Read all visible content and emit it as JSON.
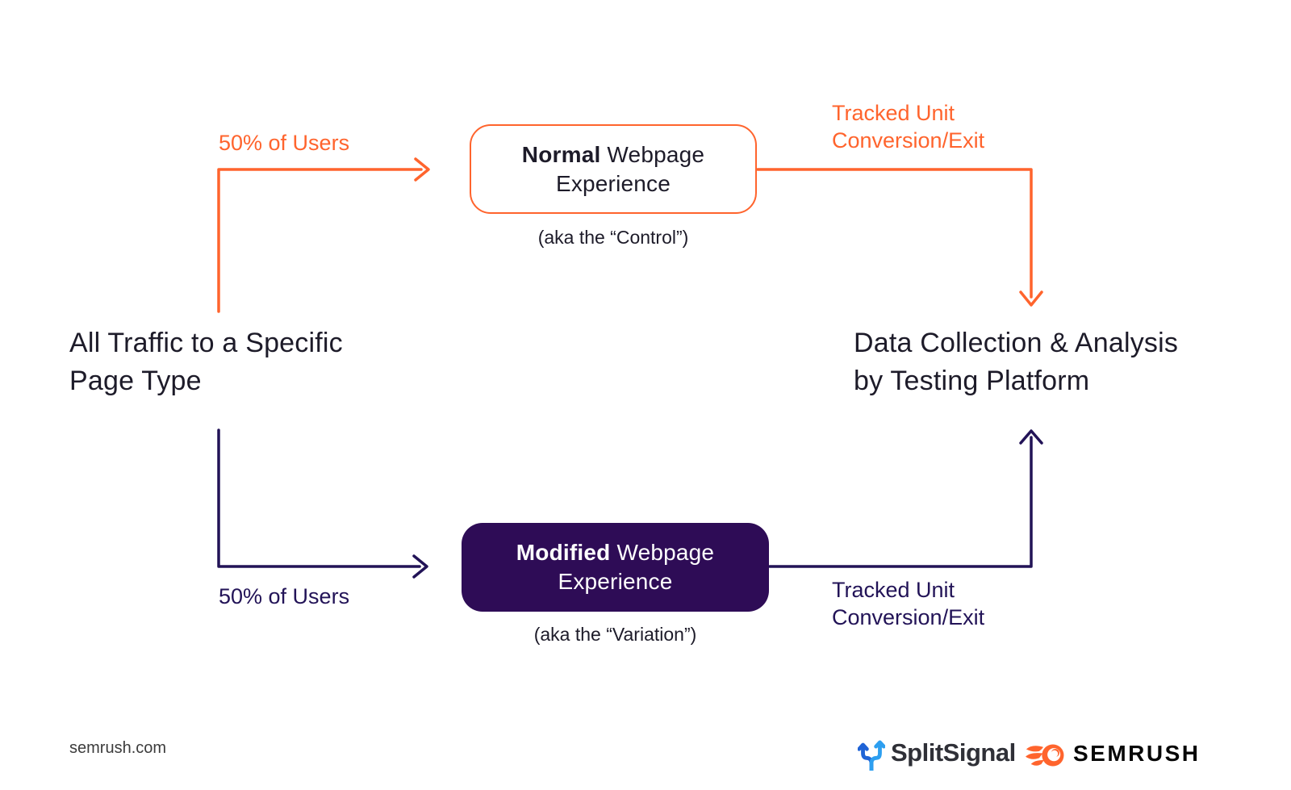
{
  "colors": {
    "orange": "#FF642D",
    "navy": "#221357",
    "purple_box": "#2E0C56",
    "ink": "#1D1B29",
    "splitsignal_blue_dark": "#1F63D6",
    "splitsignal_blue_light": "#2D9FF0"
  },
  "flow": {
    "source": {
      "line1": "All Traffic to a Specific",
      "line2": "Page Type"
    },
    "branch_top": {
      "split_label": "50% of Users",
      "tracked_line1": "Tracked Unit",
      "tracked_line2": "Conversion/Exit"
    },
    "branch_bottom": {
      "split_label": "50% of Users",
      "tracked_line1": "Tracked Unit",
      "tracked_line2": "Conversion/Exit"
    },
    "control": {
      "emphasis": "Normal",
      "rest": " Webpage",
      "line2": "Experience",
      "caption": "(aka the “Control”)"
    },
    "variation": {
      "emphasis": "Modified",
      "rest": " Webpage",
      "line2": "Experience",
      "caption": "(aka the “Variation”)"
    },
    "sink": {
      "line1": "Data Collection & Analysis",
      "line2": "by Testing Platform"
    }
  },
  "footer": {
    "website": "semrush.com",
    "splitsignal_wordmark": "SplitSignal",
    "semrush_wordmark": "SEMRUSH"
  }
}
